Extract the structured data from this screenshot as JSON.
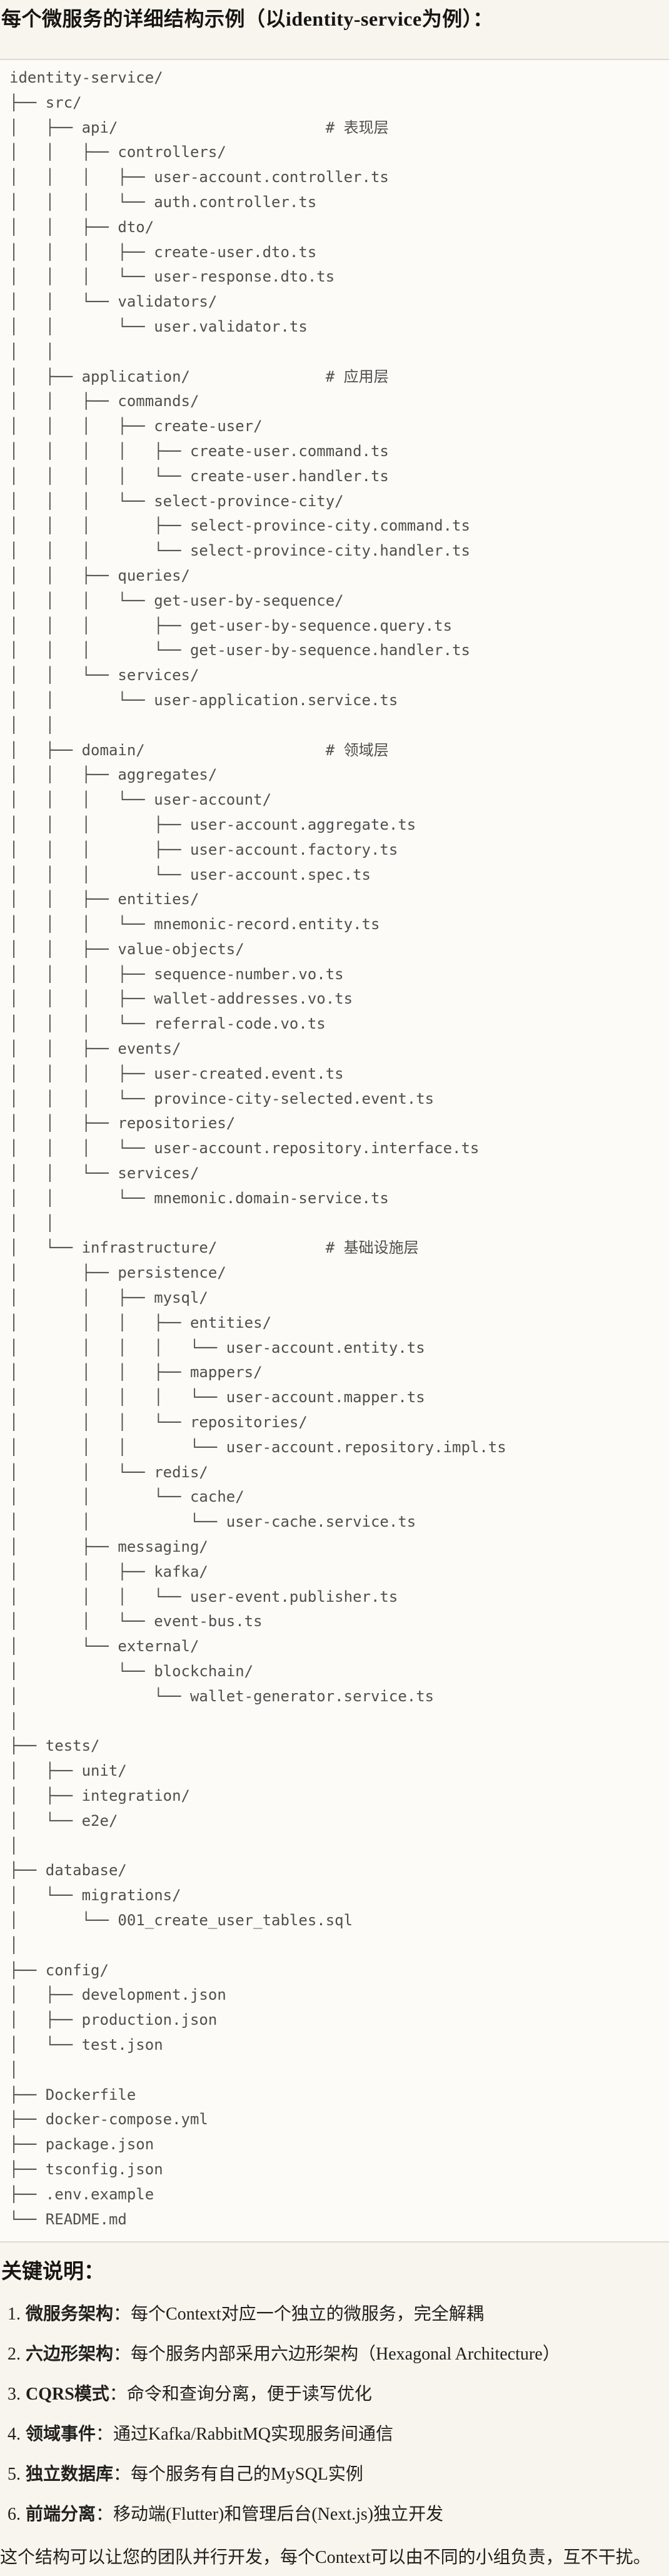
{
  "page": {
    "title": "每个微服务的详细结构示例（以identity-service为例）："
  },
  "colors": {
    "page_background": "#f7f5ee",
    "code_background": "#fcfbf8",
    "code_border": "#dddad1",
    "code_text": "#504f4a",
    "body_text": "#21201d"
  },
  "code_block": {
    "lines": [
      "identity-service/",
      "├── src/",
      "│   ├── api/                       # 表现层",
      "│   │   ├── controllers/",
      "│   │   │   ├── user-account.controller.ts",
      "│   │   │   └── auth.controller.ts",
      "│   │   ├── dto/",
      "│   │   │   ├── create-user.dto.ts",
      "│   │   │   └── user-response.dto.ts",
      "│   │   └── validators/",
      "│   │       └── user.validator.ts",
      "│   │",
      "│   ├── application/               # 应用层",
      "│   │   ├── commands/",
      "│   │   │   ├── create-user/",
      "│   │   │   │   ├── create-user.command.ts",
      "│   │   │   │   └── create-user.handler.ts",
      "│   │   │   └── select-province-city/",
      "│   │   │       ├── select-province-city.command.ts",
      "│   │   │       └── select-province-city.handler.ts",
      "│   │   ├── queries/",
      "│   │   │   └── get-user-by-sequence/",
      "│   │   │       ├── get-user-by-sequence.query.ts",
      "│   │   │       └── get-user-by-sequence.handler.ts",
      "│   │   └── services/",
      "│   │       └── user-application.service.ts",
      "│   │",
      "│   ├── domain/                    # 领域层",
      "│   │   ├── aggregates/",
      "│   │   │   └── user-account/",
      "│   │   │       ├── user-account.aggregate.ts",
      "│   │   │       ├── user-account.factory.ts",
      "│   │   │       └── user-account.spec.ts",
      "│   │   ├── entities/",
      "│   │   │   └── mnemonic-record.entity.ts",
      "│   │   ├── value-objects/",
      "│   │   │   ├── sequence-number.vo.ts",
      "│   │   │   ├── wallet-addresses.vo.ts",
      "│   │   │   └── referral-code.vo.ts",
      "│   │   ├── events/",
      "│   │   │   ├── user-created.event.ts",
      "│   │   │   └── province-city-selected.event.ts",
      "│   │   ├── repositories/",
      "│   │   │   └── user-account.repository.interface.ts",
      "│   │   └── services/",
      "│   │       └── mnemonic.domain-service.ts",
      "│   │",
      "│   └── infrastructure/            # 基础设施层",
      "│       ├── persistence/",
      "│       │   ├── mysql/",
      "│       │   │   ├── entities/",
      "│       │   │   │   └── user-account.entity.ts",
      "│       │   │   ├── mappers/",
      "│       │   │   │   └── user-account.mapper.ts",
      "│       │   │   └── repositories/",
      "│       │   │       └── user-account.repository.impl.ts",
      "│       │   └── redis/",
      "│       │       └── cache/",
      "│       │           └── user-cache.service.ts",
      "│       ├── messaging/",
      "│       │   ├── kafka/",
      "│       │   │   └── user-event.publisher.ts",
      "│       │   └── event-bus.ts",
      "│       └── external/",
      "│           └── blockchain/",
      "│               └── wallet-generator.service.ts",
      "│",
      "├── tests/",
      "│   ├── unit/",
      "│   ├── integration/",
      "│   └── e2e/",
      "│",
      "├── database/",
      "│   └── migrations/",
      "│       └── 001_create_user_tables.sql",
      "│",
      "├── config/",
      "│   ├── development.json",
      "│   ├── production.json",
      "│   └── test.json",
      "│",
      "├── Dockerfile",
      "├── docker-compose.yml",
      "├── package.json",
      "├── tsconfig.json",
      "├── .env.example",
      "└── README.md"
    ]
  },
  "notes": {
    "heading": "关键说明：",
    "items": [
      {
        "num": "1.",
        "term": "微服务架构",
        "colon": "：",
        "desc": "每个Context对应一个独立的微服务，完全解耦"
      },
      {
        "num": "2.",
        "term": "六边形架构",
        "colon": "：",
        "desc": "每个服务内部采用六边形架构（Hexagonal Architecture）"
      },
      {
        "num": "3.",
        "term": "CQRS模式",
        "colon": "：",
        "desc": "命令和查询分离，便于读写优化"
      },
      {
        "num": "4.",
        "term": "领域事件",
        "colon": "：",
        "desc": "通过Kafka/RabbitMQ实现服务间通信"
      },
      {
        "num": "5.",
        "term": "独立数据库",
        "colon": "：",
        "desc": "每个服务有自己的MySQL实例"
      },
      {
        "num": "6.",
        "term": "前端分离",
        "colon": "：",
        "desc": "移动端(Flutter)和管理后台(Next.js)独立开发"
      }
    ],
    "footer": "这个结构可以让您的团队并行开发，每个Context可以由不同的小组负责，互不干扰。"
  }
}
